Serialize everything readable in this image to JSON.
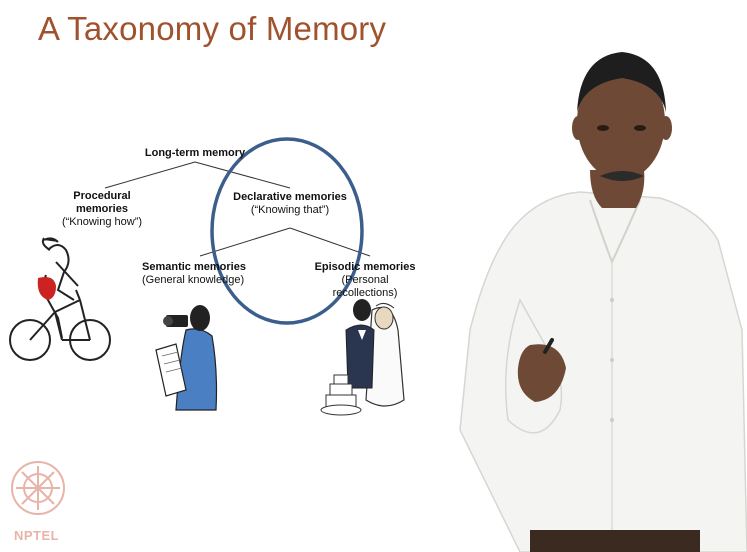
{
  "slide": {
    "title": "A Taxonomy of Memory"
  },
  "diagram": {
    "root": {
      "title": "Long-term memory"
    },
    "procedural": {
      "title": "Procedural",
      "title2": "memories",
      "subtitle": "(“Knowing how”)"
    },
    "declarative": {
      "title": "Declarative memories",
      "subtitle": "(“Knowing that”)"
    },
    "semantic": {
      "title": "Semantic memories",
      "subtitle": "(General knowledge)"
    },
    "episodic": {
      "title": "Episodic memories",
      "subtitle": "(Personal",
      "subtitle2": "recollections)"
    },
    "highlight_circle_color": "#3b5e8c"
  },
  "illustrations": {
    "cyclist": "cyclist-illustration",
    "photographer": "photographer-illustration",
    "wedding": "wedding-couple-illustration"
  },
  "presenter": {
    "shirt_color": "#f4f4f2",
    "skin_color": "#6e4a36"
  },
  "logo": {
    "text": "NPTEL"
  }
}
